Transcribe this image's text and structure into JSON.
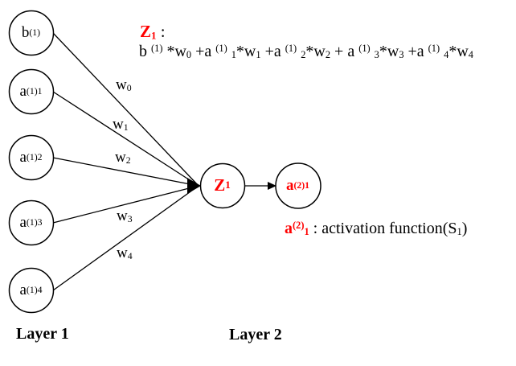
{
  "colors": {
    "bg": "#ffffff",
    "ink": "#000000",
    "accent-red": "#ff0000",
    "line": "#000000"
  },
  "equation": {
    "title": [
      {
        "t": "Z",
        "s": "rn"
      },
      {
        "t": "1",
        "s": "rsub"
      },
      {
        "t": " :",
        "s": "n"
      }
    ],
    "body": [
      {
        "t": "b ",
        "s": "n"
      },
      {
        "t": "(1)",
        "s": "sup"
      },
      {
        "t": " *w",
        "s": "n"
      },
      {
        "t": "0",
        "s": "sub"
      },
      {
        "t": " +a ",
        "s": "n"
      },
      {
        "t": "(1)",
        "s": "sup"
      },
      {
        "t": " ",
        "s": "n"
      },
      {
        "t": "1",
        "s": "sub"
      },
      {
        "t": "*w",
        "s": "n"
      },
      {
        "t": "1",
        "s": "sub"
      },
      {
        "t": " +a ",
        "s": "n"
      },
      {
        "t": "(1)",
        "s": "sup"
      },
      {
        "t": " ",
        "s": "n"
      },
      {
        "t": "2",
        "s": "sub"
      },
      {
        "t": "*w",
        "s": "n"
      },
      {
        "t": "2",
        "s": "sub"
      },
      {
        "t": " + a ",
        "s": "n"
      },
      {
        "t": "(1)",
        "s": "sup"
      },
      {
        "t": " ",
        "s": "n"
      },
      {
        "t": "3",
        "s": "sub"
      },
      {
        "t": "*w",
        "s": "n"
      },
      {
        "t": "3",
        "s": "sub"
      },
      {
        "t": " +a ",
        "s": "n"
      },
      {
        "t": "(1)",
        "s": "sup"
      },
      {
        "t": " ",
        "s": "n"
      },
      {
        "t": "4",
        "s": "sub"
      },
      {
        "t": "*w",
        "s": "n"
      },
      {
        "t": "4",
        "s": "sub"
      }
    ]
  },
  "activation_note": [
    {
      "t": "a",
      "s": "rn"
    },
    {
      "t": "(2)",
      "s": "rsup"
    },
    {
      "t": "1",
      "s": "rsub"
    },
    {
      "t": " : activation function(S",
      "s": "n"
    },
    {
      "t": "1",
      "s": "sub"
    },
    {
      "t": ")",
      "s": "n"
    }
  ],
  "nodes": [
    {
      "id": "b1",
      "label": [
        {
          "t": "b",
          "s": "n"
        },
        {
          "t": "(1)",
          "s": "sup"
        }
      ]
    },
    {
      "id": "a11",
      "label": [
        {
          "t": "a",
          "s": "n"
        },
        {
          "t": "(1)",
          "s": "sup"
        },
        {
          "t": "1",
          "s": "sub"
        }
      ]
    },
    {
      "id": "a12",
      "label": [
        {
          "t": "a",
          "s": "n"
        },
        {
          "t": "(1)",
          "s": "sup"
        },
        {
          "t": "2",
          "s": "sub"
        }
      ]
    },
    {
      "id": "a13",
      "label": [
        {
          "t": "a",
          "s": "n"
        },
        {
          "t": "(1)",
          "s": "sup"
        },
        {
          "t": "3",
          "s": "sub"
        }
      ]
    },
    {
      "id": "a14",
      "label": [
        {
          "t": "a",
          "s": "n"
        },
        {
          "t": "(1)",
          "s": "sup"
        },
        {
          "t": "4",
          "s": "sub"
        }
      ]
    },
    {
      "id": "z1",
      "label": [
        {
          "t": "Z",
          "s": "rn"
        },
        {
          "t": "1",
          "s": "rsub"
        }
      ]
    },
    {
      "id": "a21",
      "label": [
        {
          "t": "a",
          "s": "rn"
        },
        {
          "t": "(2)",
          "s": "rsup"
        },
        {
          "t": "1",
          "s": "rsub"
        }
      ]
    }
  ],
  "weights": [
    {
      "id": "w0",
      "label": [
        {
          "t": "w",
          "s": "n"
        },
        {
          "t": "0",
          "s": "sub"
        }
      ]
    },
    {
      "id": "w1",
      "label": [
        {
          "t": "w",
          "s": "n"
        },
        {
          "t": "1",
          "s": "sub"
        }
      ]
    },
    {
      "id": "w2",
      "label": [
        {
          "t": "w",
          "s": "n"
        },
        {
          "t": "2",
          "s": "sub"
        }
      ]
    },
    {
      "id": "w3",
      "label": [
        {
          "t": "w",
          "s": "n"
        },
        {
          "t": "3",
          "s": "sub"
        }
      ]
    },
    {
      "id": "w4",
      "label": [
        {
          "t": "w",
          "s": "n"
        },
        {
          "t": "4",
          "s": "sub"
        }
      ]
    }
  ],
  "layers": {
    "layer1": "Layer 1",
    "layer2": "Layer 2"
  }
}
